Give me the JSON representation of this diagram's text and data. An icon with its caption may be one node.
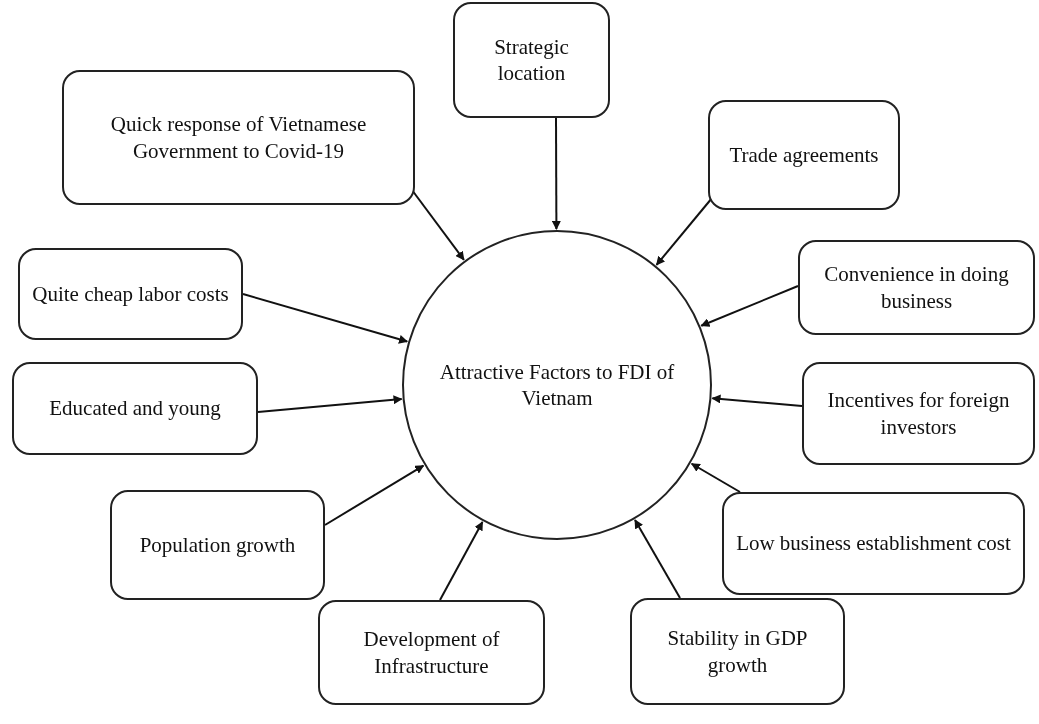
{
  "diagram": {
    "nodes": [
      {
        "text": [
          "Attractive Factors to FDI of Vietnam"
        ]
      },
      {
        "text": [
          "Strategic location"
        ]
      },
      {
        "text": [
          "Quick response of Vietnamese Government to Covid-19"
        ]
      },
      {
        "text": [
          "Trade agreements"
        ]
      },
      {
        "text": [
          "Quite cheap labor costs"
        ]
      },
      {
        "text": [
          "Convenience in doing business"
        ]
      },
      {
        "text": [
          "Educated and young"
        ]
      },
      {
        "text": [
          "Incentives for foreign investors"
        ]
      },
      {
        "text": [
          "Population growth"
        ]
      },
      {
        "text": [
          "Low business establishment cost"
        ]
      },
      {
        "text": [
          "Development of Infrastructure"
        ]
      },
      {
        "text": [
          "Stability in GDP growth"
        ]
      }
    ],
    "edges": [
      {
        "from": 1,
        "to": 0,
        "arrow": "to"
      },
      {
        "from": 2,
        "to": 0,
        "arrow": "to"
      },
      {
        "from": 3,
        "to": 0,
        "arrow": "to"
      },
      {
        "from": 4,
        "to": 0,
        "arrow": "to"
      },
      {
        "from": 5,
        "to": 0,
        "arrow": "to"
      },
      {
        "from": 6,
        "to": 0,
        "arrow": "to"
      },
      {
        "from": 7,
        "to": 0,
        "arrow": "to"
      },
      {
        "from": 8,
        "to": 0,
        "arrow": "to"
      },
      {
        "from": 9,
        "to": 0,
        "arrow": "to"
      },
      {
        "from": 10,
        "to": 0,
        "arrow": "to"
      },
      {
        "from": 11,
        "to": 0,
        "arrow": "to"
      }
    ]
  }
}
